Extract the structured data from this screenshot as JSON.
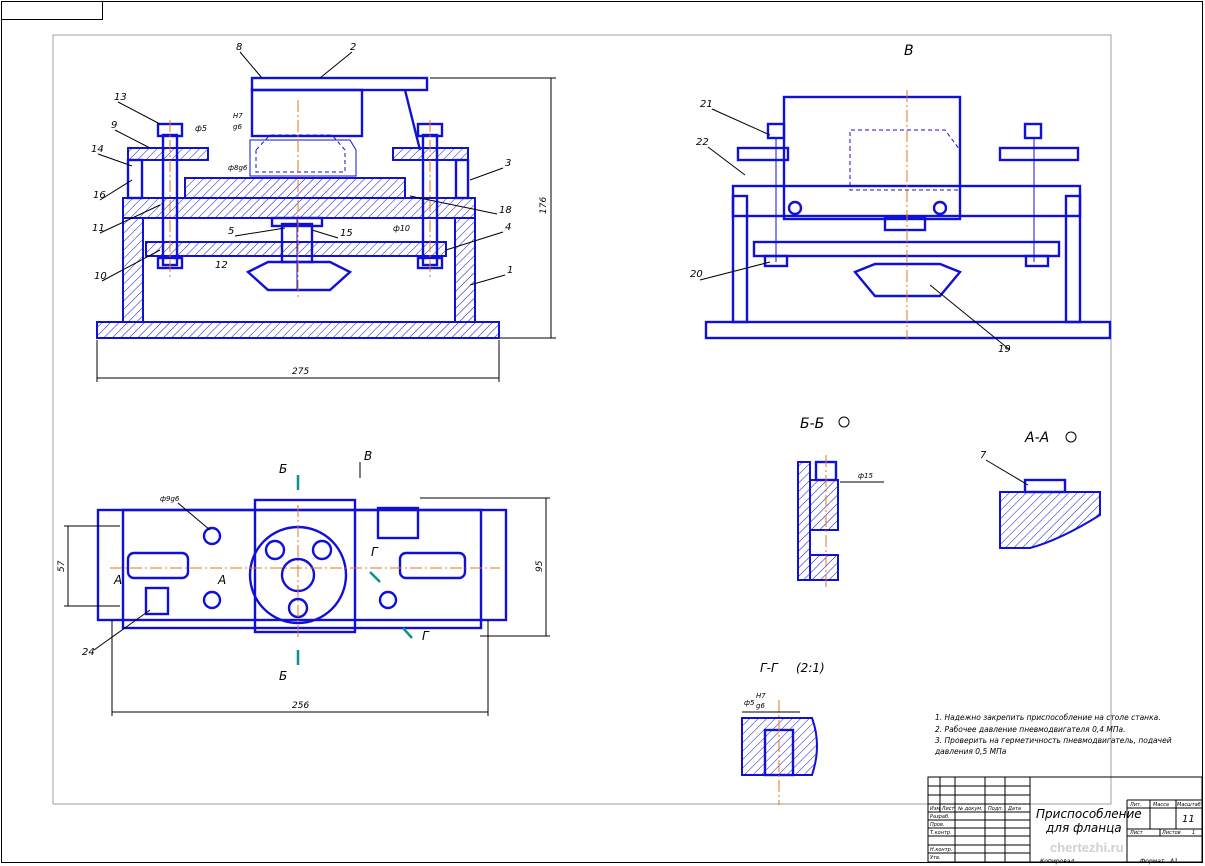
{
  "drawing": {
    "views": {
      "view_v": "В",
      "section_bb": "Б-Б",
      "section_aa": "А-А",
      "section_gg": "Г-Г",
      "scale_gg": "(2:1)"
    },
    "callouts": [
      "1",
      "2",
      "3",
      "4",
      "5",
      "7",
      "8",
      "9",
      "10",
      "11",
      "12",
      "13",
      "14",
      "15",
      "16",
      "18",
      "19",
      "20",
      "21",
      "22",
      "24"
    ],
    "dimensions": {
      "length_top": "275",
      "height_right": "176",
      "length_bottom": "256",
      "width_left": "57",
      "width_right": "95",
      "fit_phi8": "ф8g6",
      "fit_phi10": "ф10",
      "fit_h7": "H7",
      "fit_g6": "g6",
      "fit_phi5": "ф5",
      "fit_phi15": "ф15",
      "fit_phi9": "ф9g6"
    },
    "section_letters": {
      "b": "Б",
      "a": "А",
      "g": "Г",
      "v": "В"
    }
  },
  "notes": [
    "1. Надежно закрепить приспособление на столе станка.",
    "2. Рабочее давление пневмодвигателя 0,4 МПа.",
    "3. Проверить на герметичность пневмодвигатель, подачей",
    "давления 0,5 МПа"
  ],
  "title_block": {
    "title_line1": "Приспособление",
    "title_line2": "для фланца",
    "sheet_number": "11",
    "row_labels": [
      "Изм Лист",
      "Разраб.",
      "Пров.",
      "Т.контр.",
      "Н.контр.",
      "Утв."
    ],
    "col_labels": [
      "№ докум.",
      "Подп.",
      "Дата"
    ],
    "right_labels": [
      "Лит.",
      "Масса",
      "Масштаб",
      "Лист",
      "Листов"
    ],
    "sheets_total": "1",
    "copied_label": "Копировал",
    "format_label": "Формат",
    "format_value": "А1"
  },
  "watermark": "chertezhi.ru"
}
